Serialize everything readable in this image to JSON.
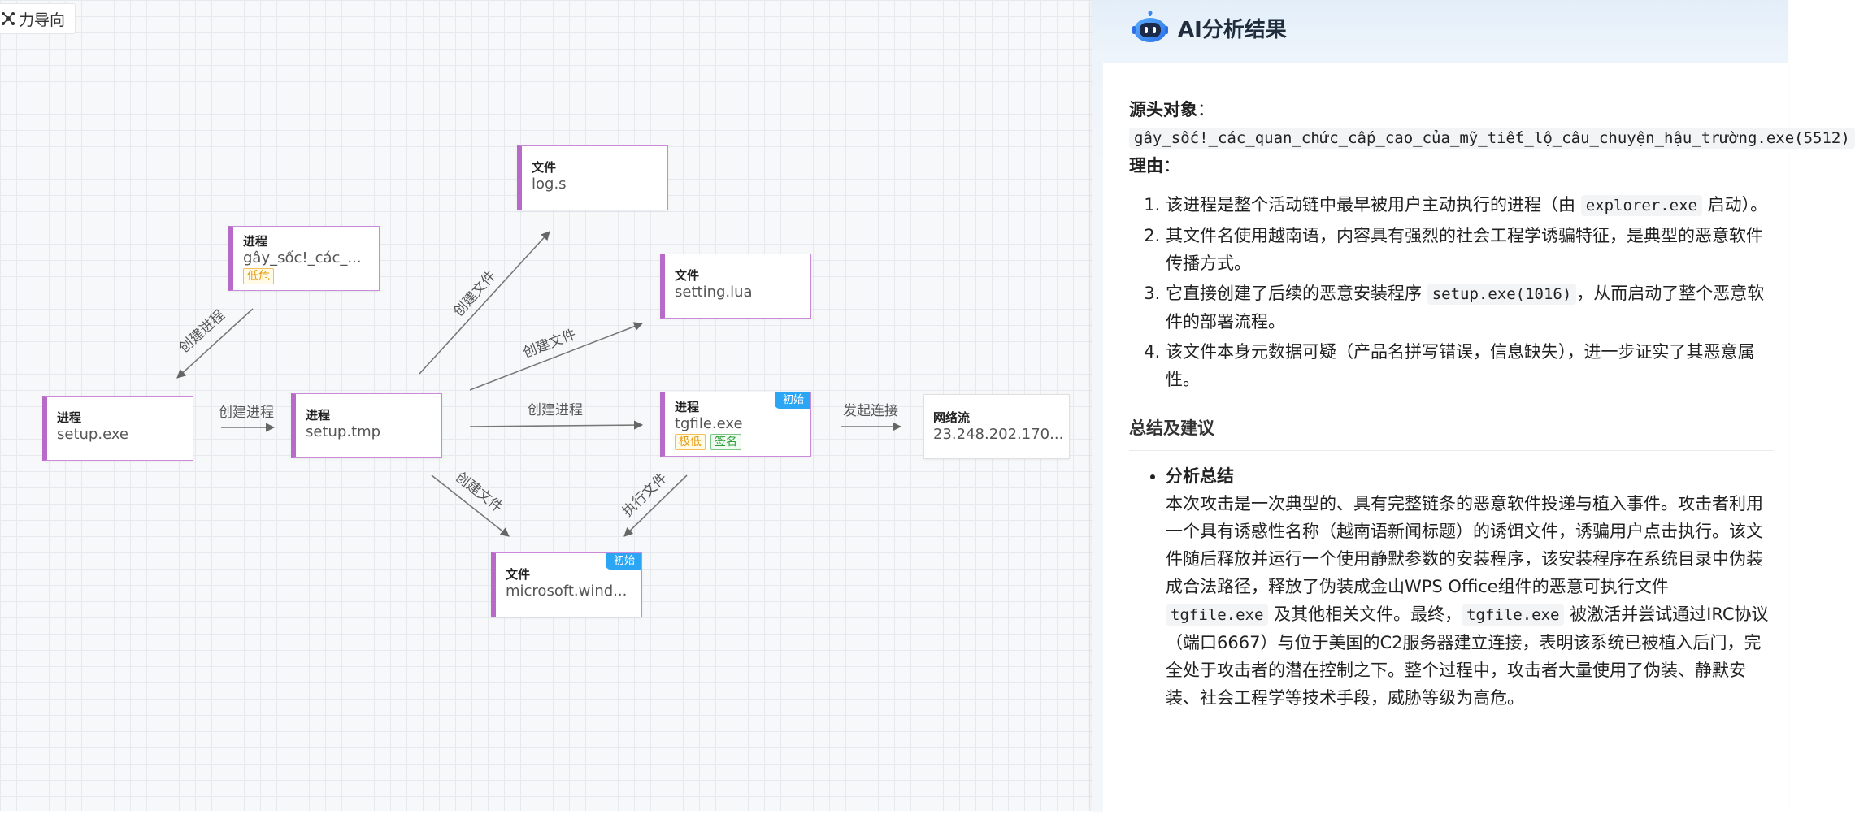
{
  "toolbar": {
    "layout_label": "力导向"
  },
  "graph": {
    "nodes": {
      "gay": {
        "type": "进程",
        "name": "gây_sốc!_các_...",
        "tag": "低危"
      },
      "setup_exe": {
        "type": "进程",
        "name": "setup.exe"
      },
      "setup_tmp": {
        "type": "进程",
        "name": "setup.tmp"
      },
      "log": {
        "type": "文件",
        "name": "log.s"
      },
      "setting": {
        "type": "文件",
        "name": "setting.lua"
      },
      "tgfile": {
        "type": "进程",
        "name": "tgfile.exe",
        "corner": "初始",
        "tags": [
          "极低",
          "签名"
        ]
      },
      "netflow": {
        "type": "网络流",
        "name": "23.248.202.170..."
      },
      "microsoft": {
        "type": "文件",
        "name": "microsoft.wind...",
        "corner": "初始"
      }
    },
    "edges": {
      "gay_to_setup_exe": "创建进程",
      "setup_exe_to_tmp": "创建进程",
      "tmp_to_log": "创建文件",
      "tmp_to_setting": "创建文件",
      "tmp_to_tgfile": "创建进程",
      "tgfile_to_net": "发起连接",
      "tmp_to_microsoft": "创建文件",
      "tgfile_to_microsoft": "执行文件"
    }
  },
  "panel": {
    "title": "AI分析结果",
    "source_label": "源头对象",
    "colon": "：",
    "source_value": "gây_sốc!_các_quan_chức_cấp_cao_của_mỹ_tiết_lộ_câu_chuyện_hậu_trường.exe(5512)",
    "reason_label": "理由",
    "reasons": [
      {
        "a": "该进程是整个活动链中最早被用户主动执行的进程（由 ",
        "code": "explorer.exe",
        "b": " 启动）。"
      },
      {
        "a": "其文件名使用越南语，内容具有强烈的社会工程学诱骗特征，是典型的恶意软件传播方式。"
      },
      {
        "a": "它直接创建了后续的恶意安装程序 ",
        "code": "setup.exe(1016)",
        "b": "，从而启动了整个恶意软件的部署流程。"
      },
      {
        "a": "该文件本身元数据可疑（产品名拼写错误，信息缺失），进一步证实了其恶意属性。"
      }
    ],
    "summary_heading": "总结及建议",
    "summary_item_title": "分析总结",
    "summary_p1": "本次攻击是一次典型的、具有完整链条的恶意软件投递与植入事件。攻击者利用一个具有诱惑性名称（越南语新闻标题）的诱饵文件，诱骗用户点击执行。该文件随后释放并运行一个使用静默参数的安装程序，该安装程序在系统目录中伪装成合法路径，释放了伪装成金山WPS Office组件的恶意可执行文件 ",
    "summary_code1": "tgfile.exe",
    "summary_p2": " 及其他相关文件。最终，",
    "summary_code2": "tgfile.exe",
    "summary_p3": " 被激活并尝试通过IRC协议（端口6667）与位于美国的C2服务器建立连接，表明该系统已被植入后门，完全处于攻击者的潜在控制之下。整个过程中，攻击者大量使用了伪装、静默安装、社会工程学等技术手段，威胁等级为高危。"
  }
}
